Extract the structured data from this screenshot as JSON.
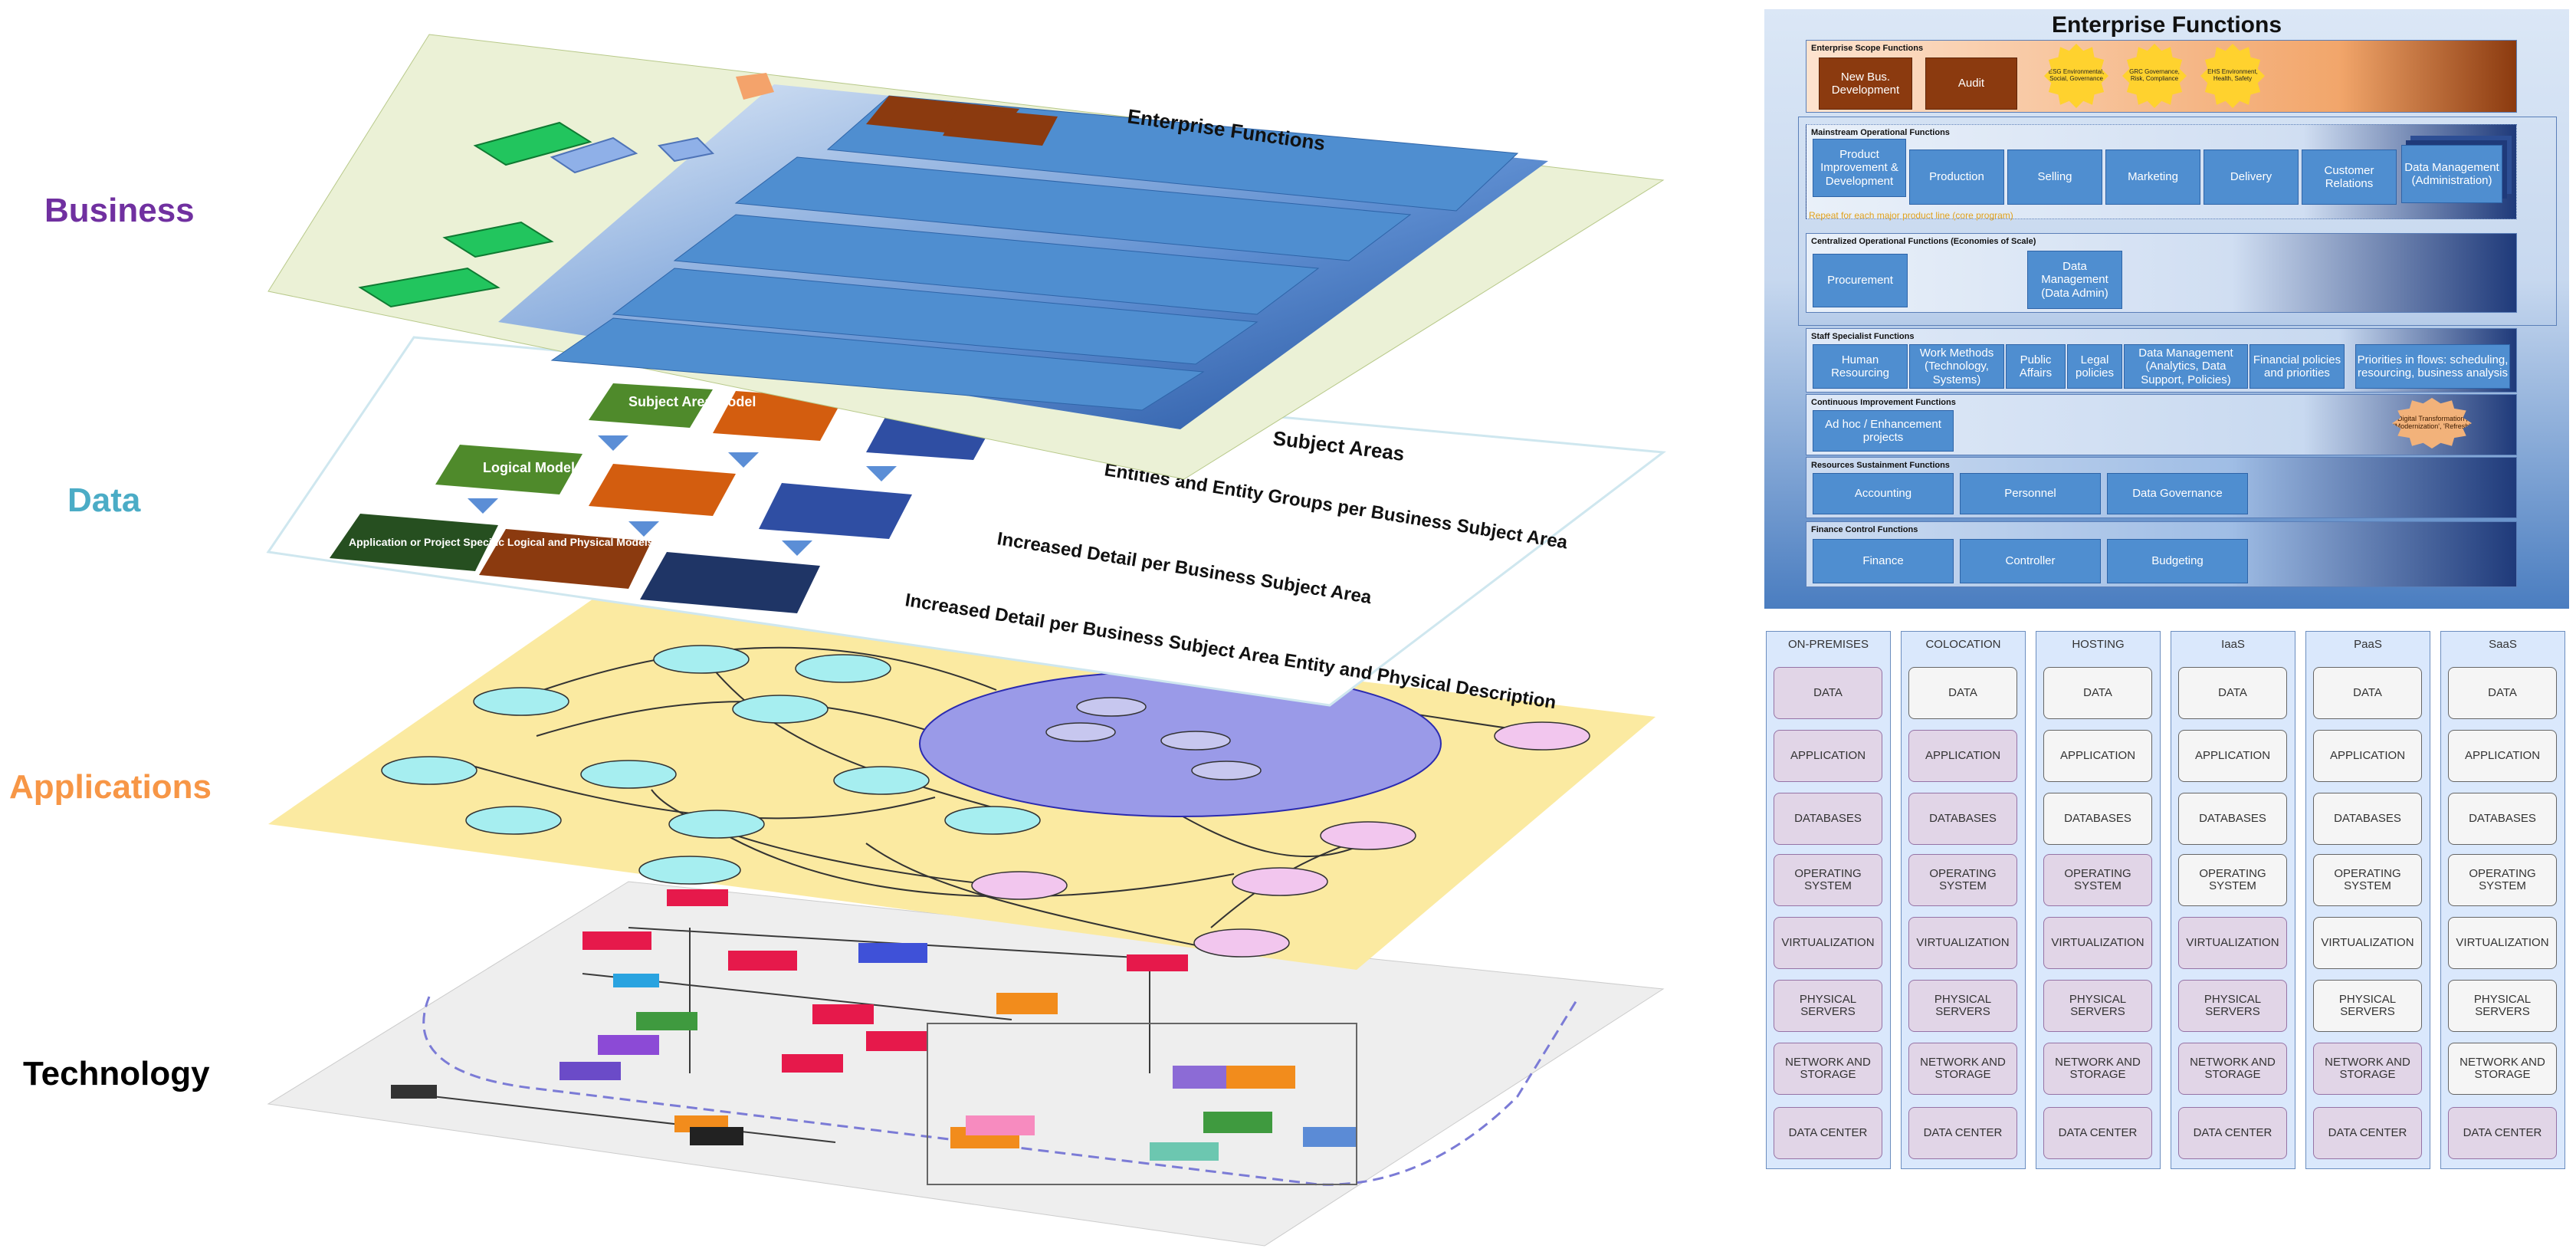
{
  "layers": {
    "business": "Business",
    "data": "Data",
    "applications": "Applications",
    "technology": "Technology"
  },
  "data_plane": {
    "subject_area_model": "Subject Area Model",
    "logical_model": "Logical Model",
    "physical_model": "Application or Project Specific Logical and Physical Models",
    "annotation_1": "Subject Areas",
    "annotation_2": "Entities and Entity Groups per Business Subject Area",
    "annotation_3": "Increased Detail per Business Subject Area",
    "annotation_4": "Increased Detail per Business Subject Area Entity and Physical Description"
  },
  "enterprise_functions": {
    "title": "Enterprise Functions",
    "scope": {
      "title": "Enterprise Scope Functions",
      "boxes": [
        "New Bus. Development",
        "Audit"
      ],
      "bursts": [
        "ESG Environmental, Social, Governance",
        "GRC Governance, Risk, Compliance",
        "EHS Environment, Health, Safety"
      ]
    },
    "mainstream": {
      "title": "Mainstream Operational Functions",
      "boxes": [
        "Product Improvement & Development",
        "Production",
        "Selling",
        "Marketing",
        "Delivery",
        "Customer Relations",
        "Data Management (Administration)"
      ],
      "note": "Repeat for each major product line (core program)"
    },
    "centralized": {
      "title": "Centralized Operational Functions (Economies of Scale)",
      "boxes": [
        "Procurement",
        "Data Management (Data Admin)"
      ]
    },
    "staff": {
      "title": "Staff Specialist Functions",
      "boxes": [
        "Human Resourcing",
        "Work Methods (Technology, Systems)",
        "Public Affairs",
        "Legal policies",
        "Data Management (Analytics, Data Support, Policies)",
        "Financial policies and priorities",
        "Priorities in flows: scheduling, resourcing, business analysis"
      ]
    },
    "continuous": {
      "title": "Continuous Improvement Functions",
      "boxes": [
        "Ad hoc / Enhancement projects"
      ],
      "burst": "'Digital Transformation', 'Modernization', 'Refresh'"
    },
    "resources": {
      "title": "Resources Sustainment Functions",
      "boxes": [
        "Accounting",
        "Personnel",
        "Data Governance"
      ]
    },
    "finance": {
      "title": "Finance Control Functions",
      "boxes": [
        "Finance",
        "Controller",
        "Budgeting"
      ]
    }
  },
  "cloud_models": {
    "layers": [
      "DATA",
      "APPLICATION",
      "DATABASES",
      "OPERATING SYSTEM",
      "VIRTUALIZATION",
      "PHYSICAL SERVERS",
      "NETWORK AND STORAGE",
      "DATA CENTER"
    ],
    "columns": [
      {
        "name": "ON-PREMISES",
        "managed": 8
      },
      {
        "name": "COLOCATION",
        "managed": 7
      },
      {
        "name": "HOSTING",
        "managed": 5
      },
      {
        "name": "IaaS",
        "managed": 4
      },
      {
        "name": "PaaS",
        "managed": 2
      },
      {
        "name": "SaaS",
        "managed": 1
      }
    ]
  },
  "colors": {
    "business": "#7030a0",
    "data": "#4bacc6",
    "applications": "#f79646",
    "technology": "#000000",
    "function_blue": "#4f8ed0",
    "function_brown": "#8b3a0f",
    "managed_fill": "#e1d5e7",
    "vendor_fill": "#f5f5f5"
  }
}
